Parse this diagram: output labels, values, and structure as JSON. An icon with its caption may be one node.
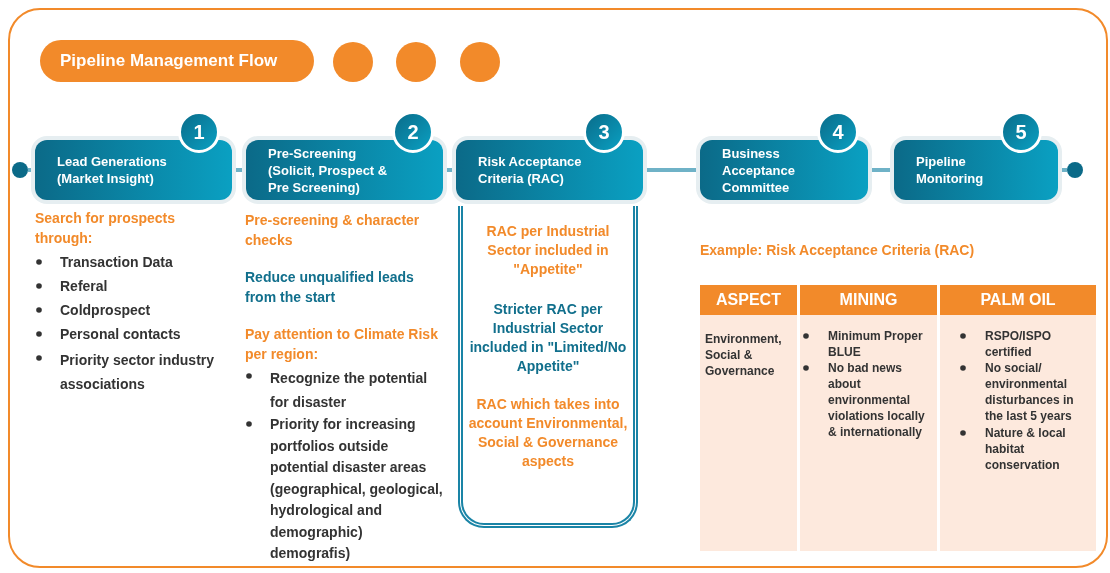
{
  "diagram": {
    "title": "Pipeline Management Flow",
    "nodes": [
      {
        "text": [],
        "shape": "circle"
      },
      {
        "text": [
          "1",
          "Lead Generations (Market Insight)"
        ]
      },
      {
        "text": [
          "2",
          "Pre-Screening (Solicit, Prospect & Pre Screening)"
        ]
      },
      {
        "text": [
          "3",
          "Risk Acceptance Criteria (RAC)"
        ]
      },
      {
        "text": [
          "4",
          "Business Acceptance Committee"
        ]
      },
      {
        "text": [
          "5",
          "Pipeline Monitoring"
        ]
      },
      {
        "text": [],
        "shape": "circle"
      },
      {
        "text": [
          "RAC per Industrial Sector included in \"Appetite\"",
          "Stricter RAC per Industrial Sector included in \"Limited/No Appetite\"",
          "RAC which takes into account Environmental, Social & Governance aspects"
        ]
      }
    ],
    "edges": [
      {
        "from": 0,
        "to": 1,
        "arrow": "none"
      },
      {
        "from": 1,
        "to": 2,
        "arrow": "none"
      },
      {
        "from": 2,
        "to": 3,
        "arrow": "none"
      },
      {
        "from": 3,
        "to": 4,
        "arrow": "none"
      },
      {
        "from": 4,
        "to": 5,
        "arrow": "none"
      },
      {
        "from": 5,
        "to": 6,
        "arrow": "none"
      }
    ],
    "labels": [
      "Search for prospects through:",
      "Transaction Data",
      "Referal",
      "Coldprospect",
      "Personal contacts",
      "Priority sector industry associations",
      "Pre-screening & character checks",
      "Reduce unqualified leads from the start",
      "Pay attention to Climate Risk per region:",
      "Recognize the potential for disaster",
      "Priority for increasing portfolios outside potential disaster areas (geographical, geological, hydrological and demographic) demografis)",
      "Example: Risk Acceptance Criteria (RAC)",
      "ASPECT",
      "MINING",
      "PALM OIL",
      "Environment, Social & Governance",
      "Minimum Proper BLUE",
      "No bad news about environmental violations locally & internationally",
      "RSPO/ISPO certified",
      "No social/ environmental disturbances in the last 5 years",
      "Nature & local habitat conservation"
    ]
  }
}
